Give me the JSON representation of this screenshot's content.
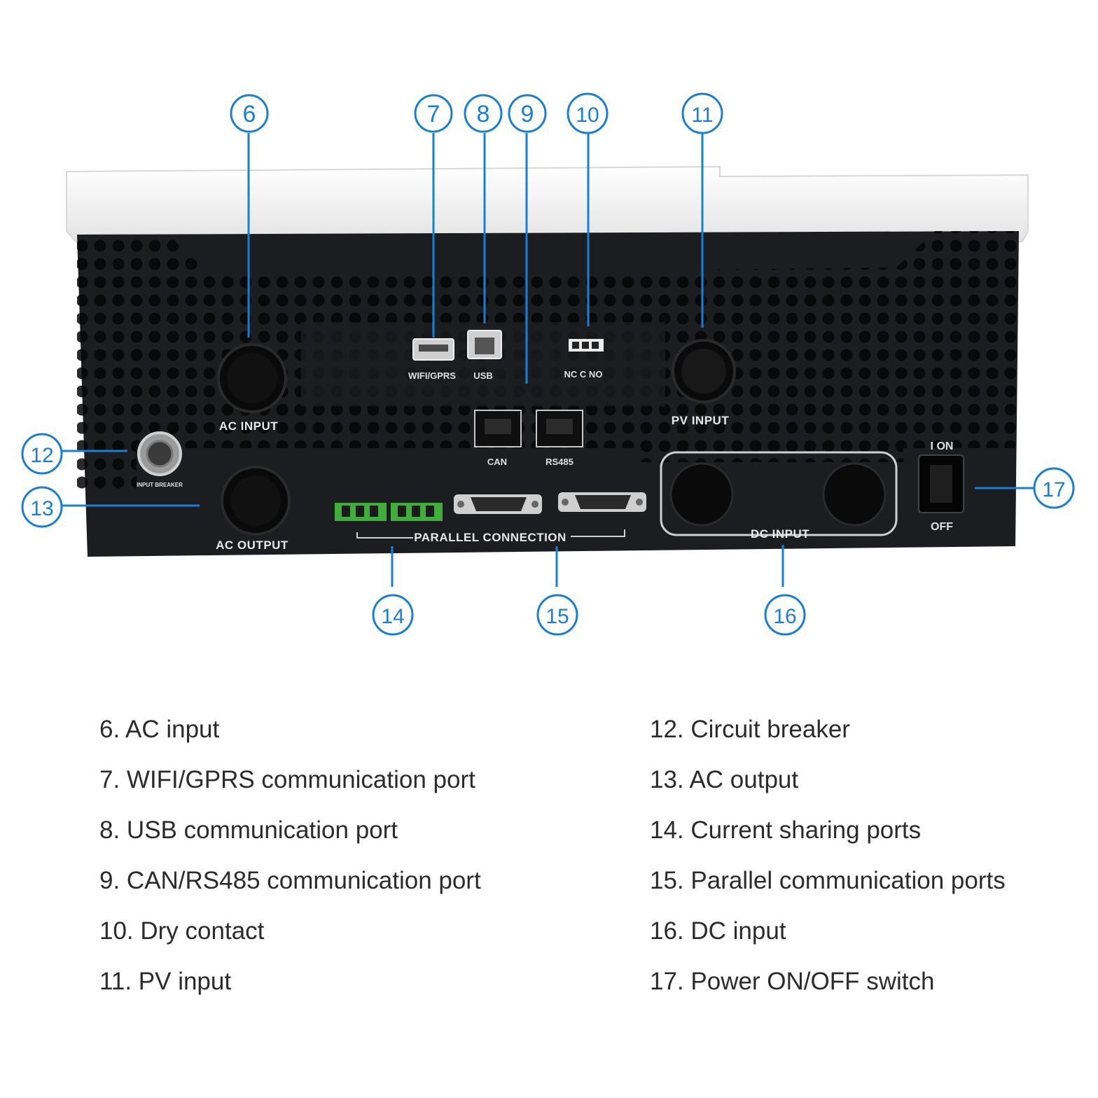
{
  "colors": {
    "callout": "#1a7fd4",
    "panel": "#1c1d20",
    "cover": "#f1f1f1",
    "connector_green": "#3fae3a",
    "text": "#2b2b2b"
  },
  "panel_labels": {
    "ac_input": "AC INPUT",
    "ac_output": "AC OUTPUT",
    "wifi_gprs": "WIFI/GPRS",
    "usb": "USB",
    "dry_contact": "NC C NO",
    "can": "CAN",
    "rs485": "RS485",
    "pv_input": "PV INPUT",
    "parallel_connection": "PARALLEL CONNECTION",
    "dc_input": "DC INPUT",
    "switch_on": "I ON",
    "switch_off": "OFF",
    "breaker": "INPUT BREAKER"
  },
  "callouts": [
    "6",
    "7",
    "8",
    "9",
    "10",
    "11",
    "12",
    "13",
    "14",
    "15",
    "16",
    "17"
  ],
  "legend": {
    "left": [
      "6. AC input",
      "7. WIFI/GPRS communication port",
      "8. USB communication port",
      "9. CAN/RS485 communication port",
      "10. Dry contact",
      "11. PV input"
    ],
    "right": [
      "12. Circuit breaker",
      "13. AC output",
      "14. Current sharing ports",
      "15. Parallel communication ports",
      "16. DC input",
      "17. Power ON/OFF switch"
    ]
  }
}
